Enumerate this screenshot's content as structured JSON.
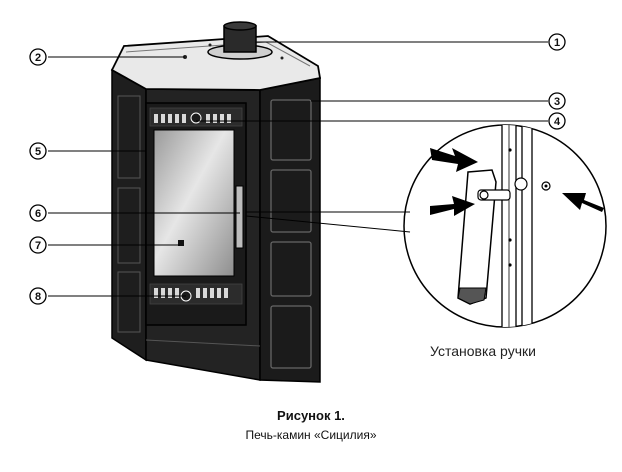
{
  "callouts": [
    {
      "id": "1"
    },
    {
      "id": "2"
    },
    {
      "id": "3"
    },
    {
      "id": "4"
    },
    {
      "id": "5"
    },
    {
      "id": "6"
    },
    {
      "id": "7"
    },
    {
      "id": "8"
    }
  ],
  "detail_label": "Установка ручки",
  "caption": {
    "title": "Рисунок 1.",
    "subtitle": "Печь-камин «Сицилия»"
  }
}
